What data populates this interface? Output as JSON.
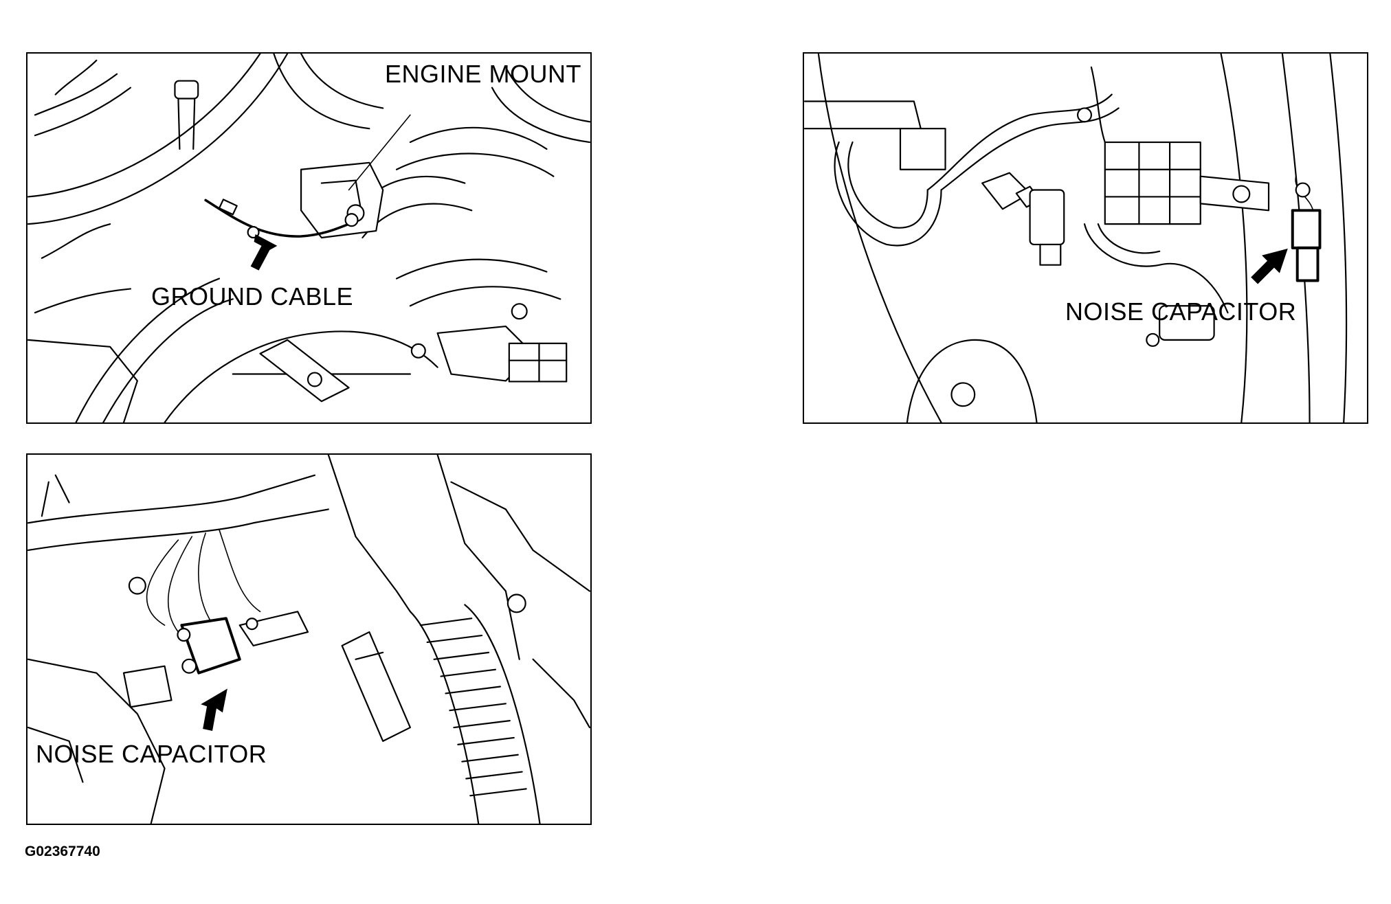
{
  "panels": [
    {
      "id": "engine-mount-view",
      "labels": {
        "top": "ENGINE MOUNT",
        "callout": "GROUND CABLE"
      }
    },
    {
      "id": "right-capacitor-view",
      "labels": {
        "callout": "NOISE CAPACITOR"
      }
    },
    {
      "id": "left-capacitor-view",
      "labels": {
        "callout": "NOISE CAPACITOR"
      }
    }
  ],
  "figure_code": "G02367740"
}
